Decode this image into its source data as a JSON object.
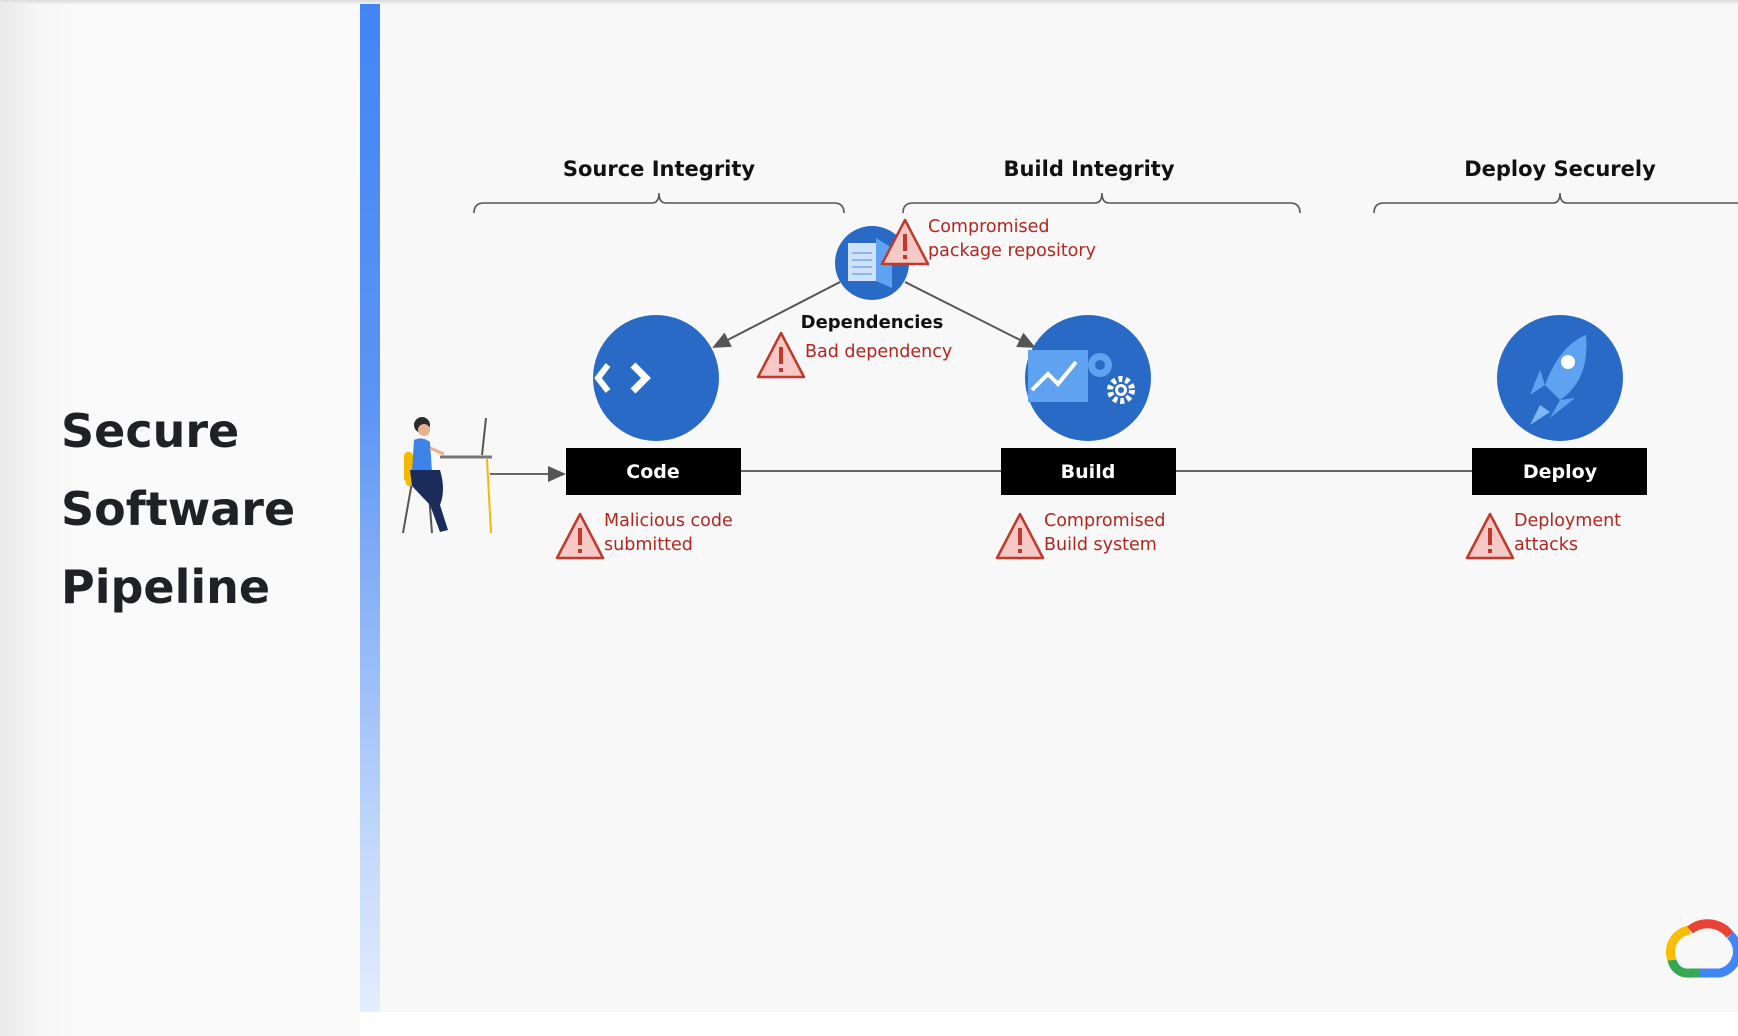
{
  "slide_title": [
    "Secure",
    "Software",
    "Pipeline"
  ],
  "sections": {
    "source": "Source Integrity",
    "build": "Build Integrity",
    "deploy": "Deploy Securely"
  },
  "stages": {
    "code": "Code",
    "build": "Build",
    "deploy": "Deploy",
    "dependencies": "Dependencies"
  },
  "threats": {
    "repo": [
      "Compromised",
      "package repository"
    ],
    "dependency": "Bad dependency",
    "code": [
      "Malicious code",
      "submitted"
    ],
    "build": [
      "Compromised",
      "Build system"
    ],
    "deploy": [
      "Deployment",
      "attacks"
    ]
  },
  "colors": {
    "accent": "#4285f4",
    "icon_dark": "#2a6ac7",
    "icon_light": "#5ea2f0",
    "threat": "#b3261e",
    "box": "#000000"
  }
}
